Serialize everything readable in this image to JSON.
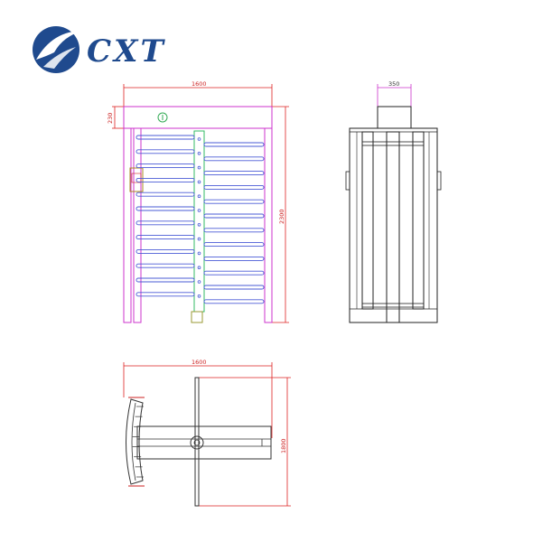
{
  "brand": {
    "name": "CXT",
    "color": "#1f4a8e",
    "logo_icon": "cxt-swoosh-logo-icon"
  },
  "front_view": {
    "width_label": "1600",
    "height_label": "2300",
    "top_beam_label": "230"
  },
  "side_view": {
    "top_width_label": "350"
  },
  "top_view": {
    "width_label": "1600",
    "depth_label": "1800"
  },
  "colors": {
    "frame": "#cc33cc",
    "arm": "#4a5bd6",
    "rotor": "#33bb66",
    "dimension": "#dd2222",
    "outline": "#222222",
    "top_dimension": "#cc2222"
  }
}
